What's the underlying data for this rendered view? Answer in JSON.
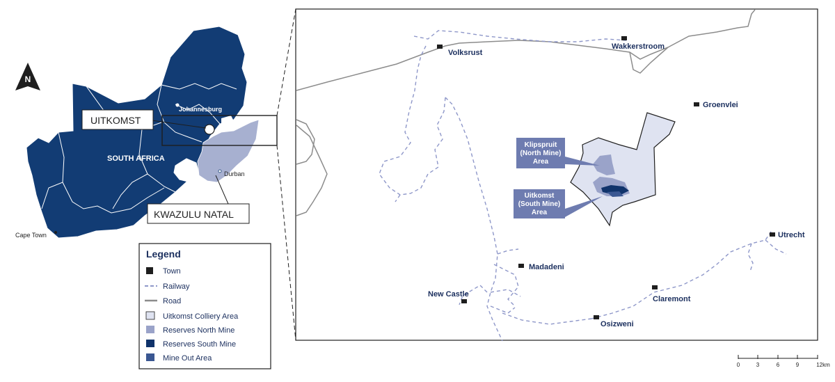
{
  "colors": {
    "navy": "#0e3467",
    "sa_fill": "#123c74",
    "kzn_fill": "#a7b0d0",
    "colliery_fill": "#dfe3f1",
    "north_mine": "#9aa3c9",
    "south_mine": "#10336b",
    "mine_out": "#3a5792",
    "label_box": "#6e7cb0",
    "road": "#8c8c8c",
    "railway": "#8e97c9"
  },
  "north_arrow": {
    "label": "N"
  },
  "inset_map": {
    "country_label": "SOUTH AFRICA",
    "cities": {
      "johannesburg": "Johannesburg",
      "durban": "Durban",
      "cape_town": "Cape Town"
    },
    "callouts": {
      "uitkomst": "UITKOMST",
      "kwazulu_natal": "KWAZULU NATAL"
    }
  },
  "legend": {
    "title": "Legend",
    "items": [
      {
        "label": "Town",
        "symbol": "town-square",
        "color": "#1e1e1e"
      },
      {
        "label": "Railway",
        "symbol": "dashed-line",
        "color": "#8e97c9"
      },
      {
        "label": "Road",
        "symbol": "solid-line",
        "color": "#8c8c8c"
      },
      {
        "label": "Uitkomst Colliery Area",
        "symbol": "fill-box",
        "color": "#dfe3f1"
      },
      {
        "label": "Reserves North Mine",
        "symbol": "fill-box",
        "color": "#9aa3c9"
      },
      {
        "label": "Reserves South Mine",
        "symbol": "fill-box",
        "color": "#10336b"
      },
      {
        "label": "Mine Out Area",
        "symbol": "fill-box",
        "color": "#3a5792"
      }
    ]
  },
  "detail_map": {
    "towns": {
      "volksrust": "Volksrust",
      "wakkerstroom": "Wakkerstroom",
      "groenvlei": "Groenvlei",
      "utrecht": "Utrecht",
      "madadeni": "Madadeni",
      "new_castle": "New Castle",
      "claremont": "Claremont",
      "osizweni": "Osizweni"
    },
    "area_labels": {
      "klipspruit": [
        "Klipspruit",
        "(North Mine)",
        "Area"
      ],
      "uitkomst": [
        "Uitkomst",
        "(South Mine)",
        "Area"
      ]
    }
  },
  "scale_bar": {
    "ticks": [
      "0",
      "3",
      "6",
      "9",
      "12km"
    ]
  }
}
